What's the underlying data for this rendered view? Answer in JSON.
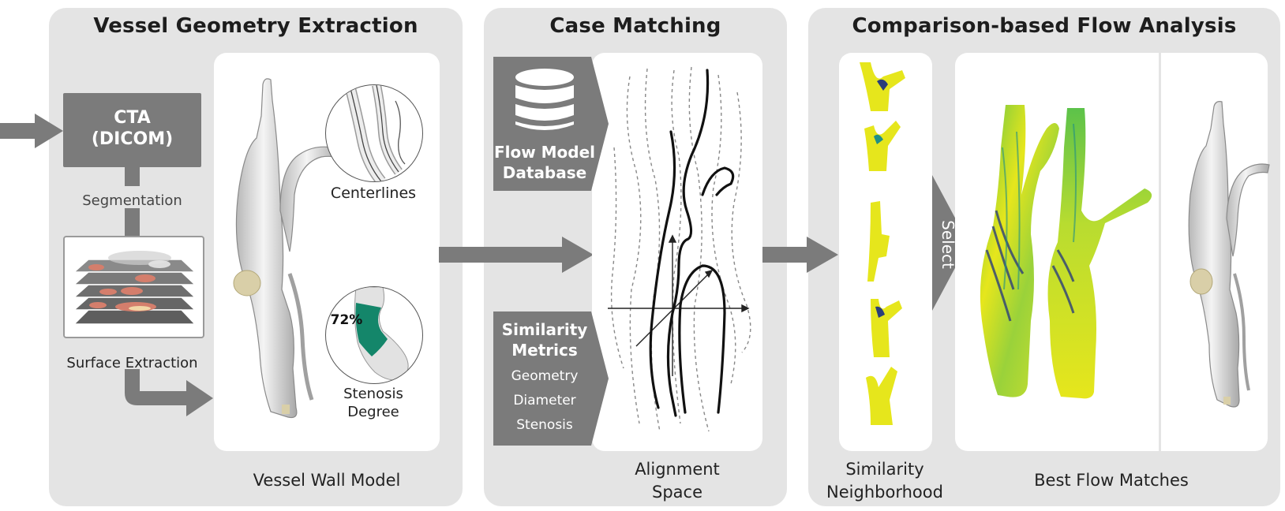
{
  "panels": {
    "geometry": {
      "title": "Vessel Geometry Extraction"
    },
    "matching": {
      "title": "Case Matching"
    },
    "flow": {
      "title": "Comparison-based Flow Analysis"
    }
  },
  "geometry": {
    "cta_line1": "CTA",
    "cta_line2": "(DICOM)",
    "segmentation": "Segmentation",
    "surface_extraction": "Surface Extraction",
    "centerlines": "Centerlines",
    "stenosis_percent": "72%",
    "stenosis_line1": "Stenosis",
    "stenosis_line2": "Degree",
    "caption": "Vessel Wall Model"
  },
  "matching": {
    "db_line1": "Flow Model",
    "db_line2": "Database",
    "sim_line1": "Similarity",
    "sim_line2": "Metrics",
    "metrics": [
      "Geometry",
      "Diameter",
      "Stenosis"
    ],
    "caption_line1": "Alignment",
    "caption_line2": "Space"
  },
  "flow": {
    "select": "Select",
    "caption_neighborhood_line1": "Similarity",
    "caption_neighborhood_line2": "Neighborhood",
    "caption_matches": "Best Flow Matches"
  },
  "colors": {
    "panel": "#e4e4e4",
    "arrow": "#7b7b7b",
    "stenosis": "#14866a",
    "plaque": "#d9cfa8",
    "flow_yellow": "#e6e61c",
    "flow_green": "#5cc24a",
    "flow_teal": "#1f8f86",
    "flow_navy": "#2a3d7a"
  },
  "icons": [
    "arrow-right-icon",
    "database-icon",
    "chevron-right-icon"
  ]
}
